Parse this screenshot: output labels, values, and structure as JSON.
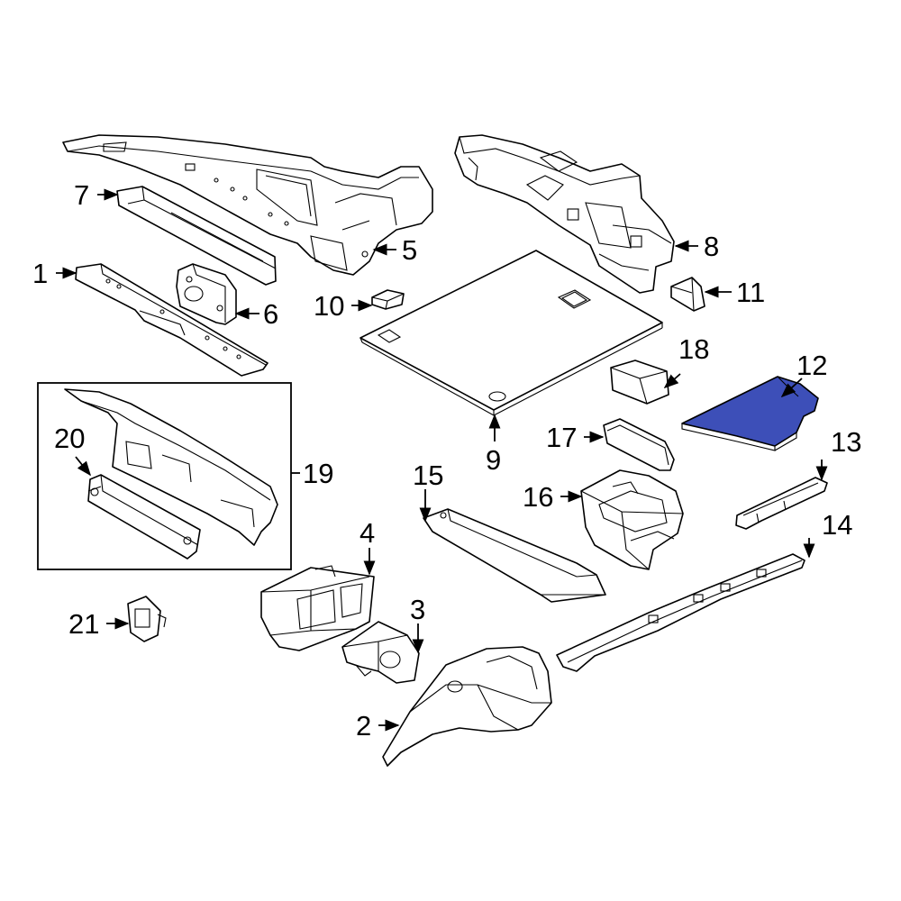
{
  "diagram": {
    "highlight_color": "#3D4FB8",
    "callouts": [
      {
        "id": "1",
        "label": "1"
      },
      {
        "id": "2",
        "label": "2"
      },
      {
        "id": "3",
        "label": "3"
      },
      {
        "id": "4",
        "label": "4"
      },
      {
        "id": "5",
        "label": "5"
      },
      {
        "id": "6",
        "label": "6"
      },
      {
        "id": "7",
        "label": "7"
      },
      {
        "id": "8",
        "label": "8"
      },
      {
        "id": "9",
        "label": "9"
      },
      {
        "id": "10",
        "label": "10"
      },
      {
        "id": "11",
        "label": "11"
      },
      {
        "id": "12",
        "label": "12"
      },
      {
        "id": "13",
        "label": "13"
      },
      {
        "id": "14",
        "label": "14"
      },
      {
        "id": "15",
        "label": "15"
      },
      {
        "id": "16",
        "label": "16"
      },
      {
        "id": "17",
        "label": "17"
      },
      {
        "id": "18",
        "label": "18"
      },
      {
        "id": "19",
        "label": "19"
      },
      {
        "id": "20",
        "label": "20"
      },
      {
        "id": "21",
        "label": "21"
      }
    ]
  }
}
